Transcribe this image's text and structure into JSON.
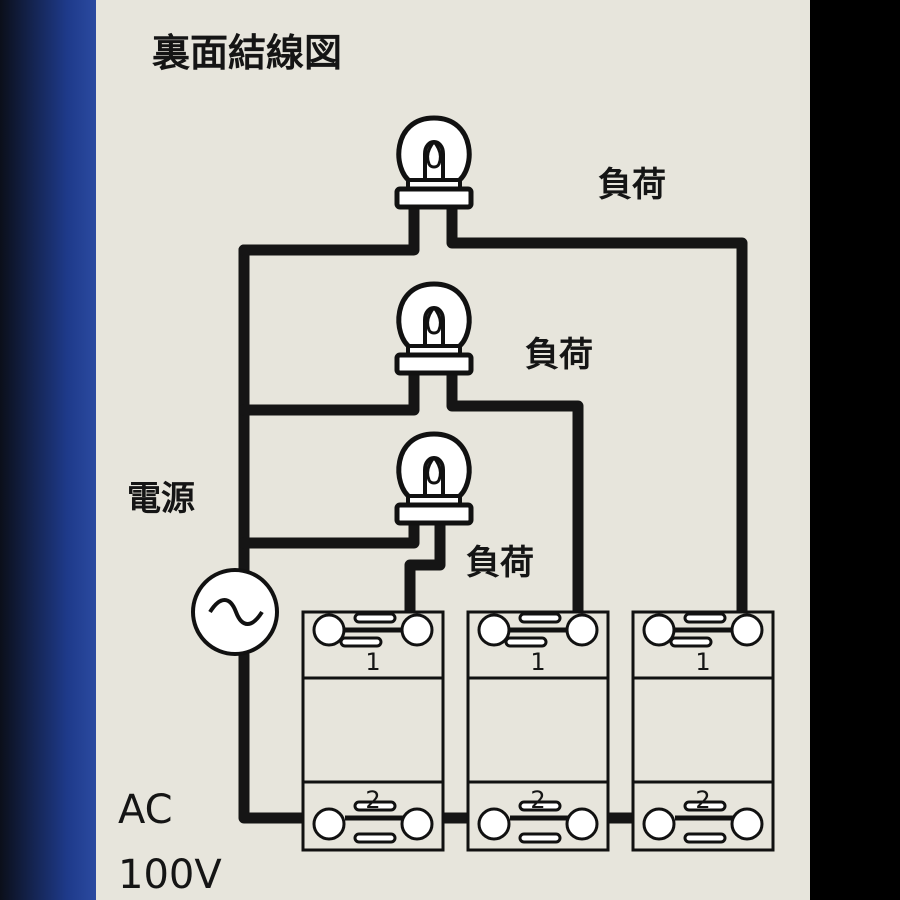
{
  "diagram": {
    "title": "裏面結線図",
    "power_source_label": "電源",
    "ac_label": "AC",
    "voltage_label": "100V",
    "load_labels": [
      "負荷",
      "負荷",
      "負荷"
    ],
    "switch_top_terminal": "1",
    "switch_bottom_terminal": "2",
    "ac_symbol": "~"
  }
}
